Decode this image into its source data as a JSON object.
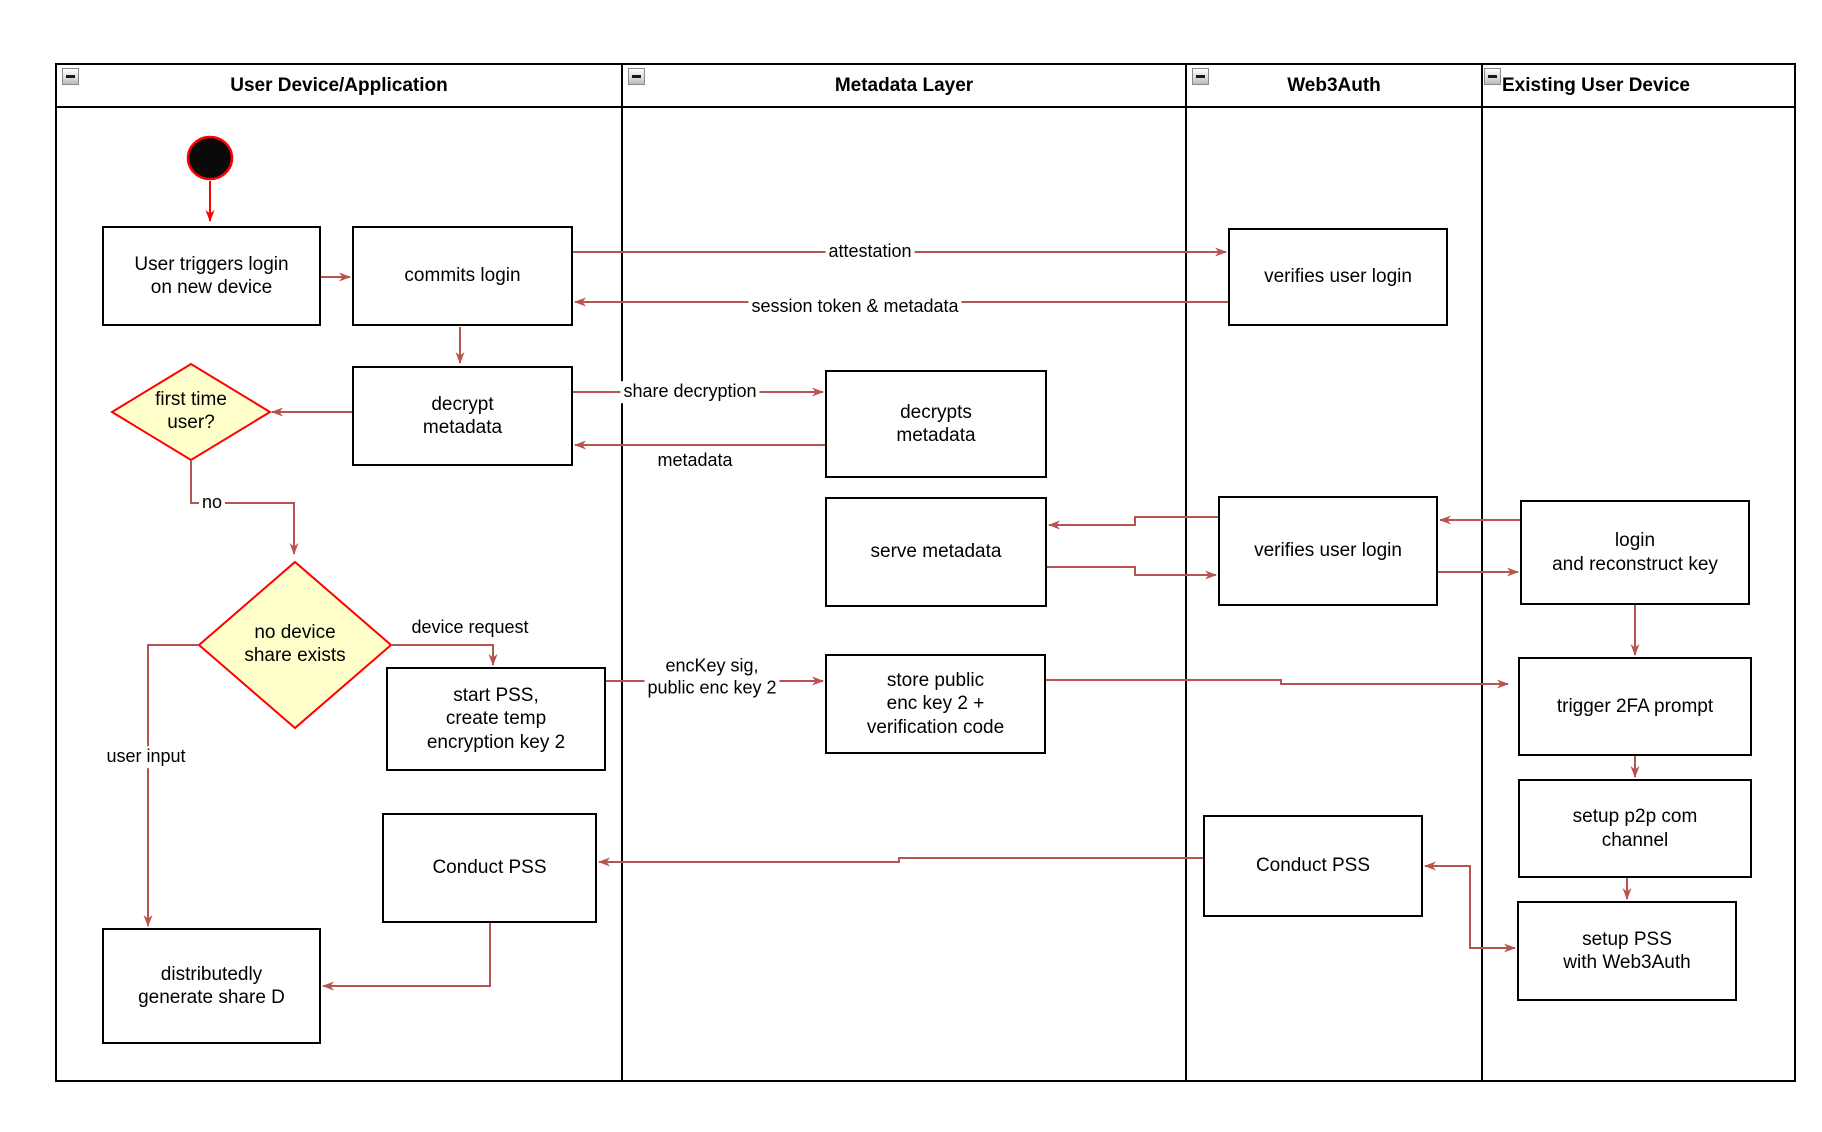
{
  "diagram": {
    "lanes": [
      {
        "title": "User Device/Application"
      },
      {
        "title": "Metadata Layer"
      },
      {
        "title": "Web3Auth"
      },
      {
        "title": "Existing User Device"
      }
    ],
    "nodes": {
      "user_triggers": {
        "label": "User triggers login\non new device"
      },
      "commits_login": {
        "label": "commits login"
      },
      "decrypt_metadata": {
        "label": "decrypt\nmetadata"
      },
      "first_time_user": {
        "label": "first time\nuser?"
      },
      "no_device_share": {
        "label": "no device\nshare exists"
      },
      "start_pss": {
        "label": "start PSS,\ncreate temp\nencryption key 2"
      },
      "conduct_pss_left": {
        "label": "Conduct PSS"
      },
      "distributedly": {
        "label": "distributedly\ngenerate share D"
      },
      "decrypts_metadata": {
        "label": "decrypts\nmetadata"
      },
      "serve_metadata": {
        "label": "serve metadata"
      },
      "store_public": {
        "label": "store public\nenc key 2 +\nverification code"
      },
      "conduct_pss_w3a": {
        "label": "Conduct PSS"
      },
      "verifies_login_1": {
        "label": "verifies user login"
      },
      "verifies_login_2": {
        "label": "verifies user login"
      },
      "login_reconstruct": {
        "label": "login\nand reconstruct key"
      },
      "trigger_2fa": {
        "label": "trigger 2FA prompt"
      },
      "setup_p2p": {
        "label": "setup p2p com\nchannel"
      },
      "setup_pss": {
        "label": "setup PSS\nwith Web3Auth"
      }
    },
    "edge_labels": {
      "attestation": "attestation",
      "session_token": "session token & metadata",
      "share_decryption": "share decryption",
      "metadata_return": "metadata",
      "no_branch": "no",
      "device_request": "device request",
      "user_input": "user input",
      "enckey": "encKey sig,\npublic enc key 2"
    },
    "icons": {
      "lane_collapse": "minus-square",
      "start_node": "filled-circle"
    },
    "colors": {
      "arrow": "#b85450",
      "accent_red": "#ff0000",
      "diamond_fill": "#ffffcc",
      "diamond_border": "#ff0000",
      "node_border": "#000000",
      "background": "#ffffff"
    }
  }
}
